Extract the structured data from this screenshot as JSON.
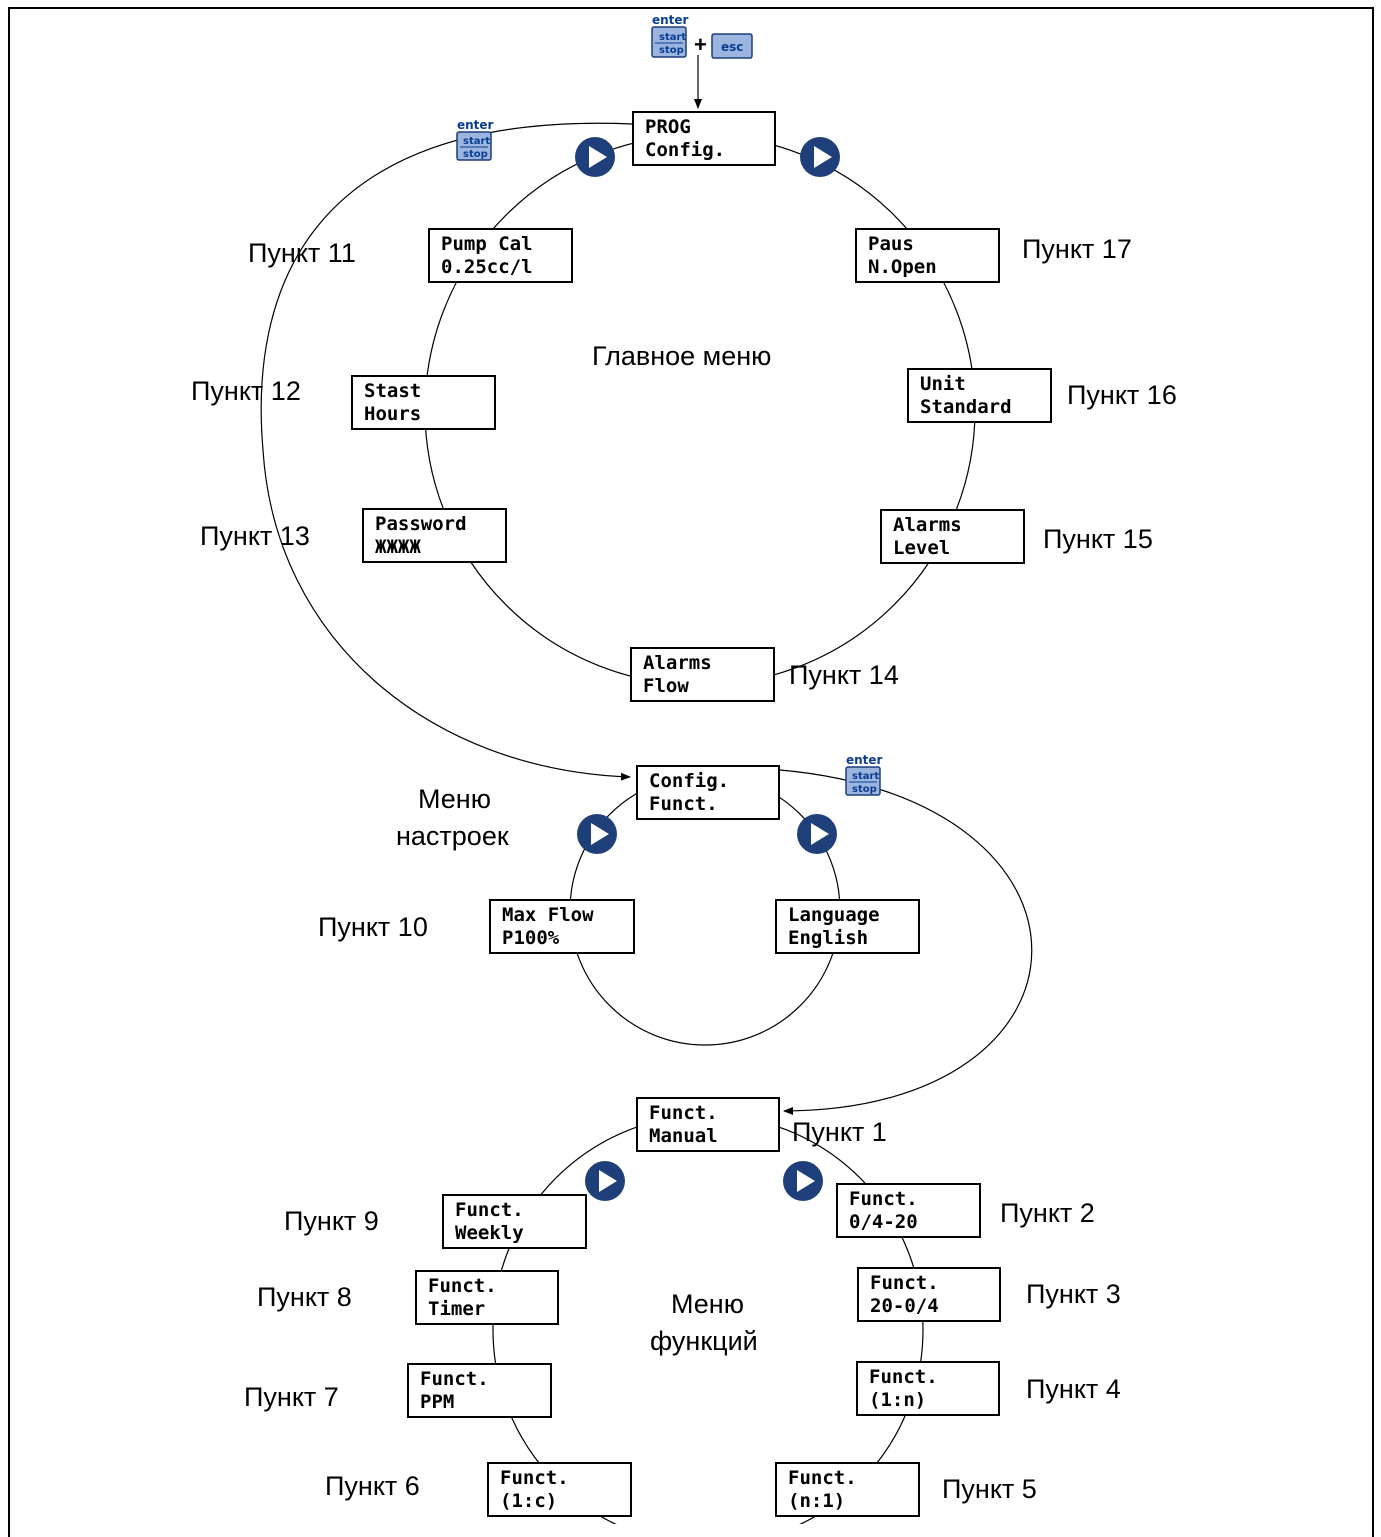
{
  "keys": {
    "enter_label": "enter",
    "start_label": "start",
    "stop_label": "stop",
    "plus": "+",
    "esc_label": "esc"
  },
  "menus": {
    "main": {
      "title": "Главное меню",
      "root": {
        "line1": "PROG",
        "line2": "Config."
      },
      "items": [
        {
          "label": "Пункт 11",
          "line1": "Pump Cal",
          "line2": "0.25cc/l"
        },
        {
          "label": "Пункт 12",
          "line1": "Stast",
          "line2": "Hours"
        },
        {
          "label": "Пункт 13",
          "line1": "Password",
          "line2": "ЖЖЖЖ"
        },
        {
          "label": "Пункт 14",
          "line1": "Alarms",
          "line2": "Flow"
        },
        {
          "label": "Пункт 15",
          "line1": "Alarms",
          "line2": "Level"
        },
        {
          "label": "Пункт 16",
          "line1": "Unit",
          "line2": "Standard"
        },
        {
          "label": "Пункт 17",
          "line1": "Paus",
          "line2": "N.Open"
        }
      ]
    },
    "settings": {
      "title_line1": "Меню",
      "title_line2": "настроек",
      "root": {
        "line1": "Config.",
        "line2": "Funct."
      },
      "items": [
        {
          "label": "Пункт 10",
          "line1": "Max Flow",
          "line2": "P100%"
        },
        {
          "label": "",
          "line1": "Language",
          "line2": "English"
        }
      ]
    },
    "functions": {
      "title_line1": "Меню",
      "title_line2": "функций",
      "items": [
        {
          "label": "Пункт 1",
          "line1": "Funct.",
          "line2": "Manual"
        },
        {
          "label": "Пункт 2",
          "line1": "Funct.",
          "line2": "0/4-20"
        },
        {
          "label": "Пункт 3",
          "line1": "Funct.",
          "line2": "20-0/4"
        },
        {
          "label": "Пункт 4",
          "line1": "Funct.",
          "line2": "(1:n)"
        },
        {
          "label": "Пункт 5",
          "line1": "Funct.",
          "line2": "(n:1)"
        },
        {
          "label": "Пункт 6",
          "line1": "Funct.",
          "line2": "(1:c)"
        },
        {
          "label": "Пункт 7",
          "line1": "Funct.",
          "line2": "PPM"
        },
        {
          "label": "Пункт 8",
          "line1": "Funct.",
          "line2": "Timer"
        },
        {
          "label": "Пункт 9",
          "line1": "Funct.",
          "line2": "Weekly"
        }
      ]
    }
  },
  "colors": {
    "key_fill": "#9bb5de",
    "key_text": "#0b3d91",
    "play_fill": "#1f3f7a"
  }
}
